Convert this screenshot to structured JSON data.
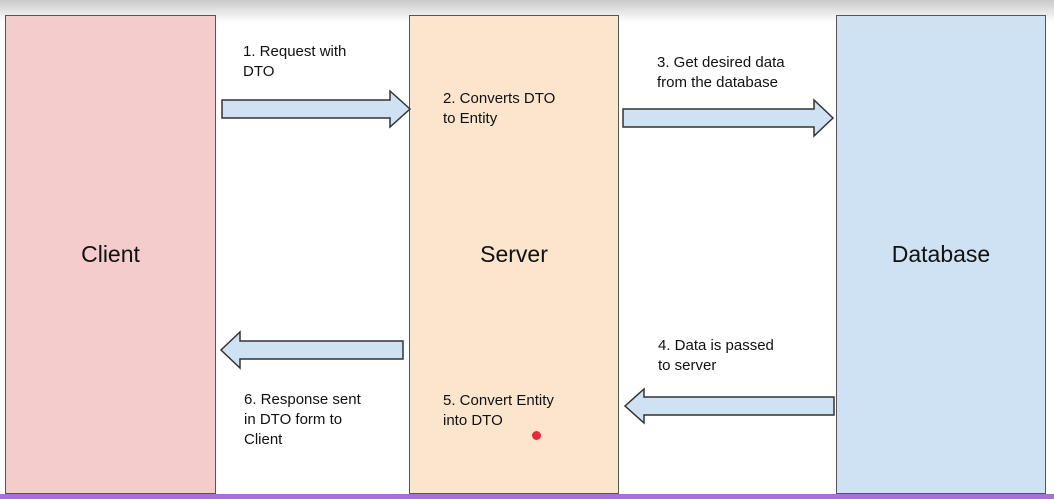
{
  "colors": {
    "client_fill": "#f4cccc",
    "server_fill": "#fce5cd",
    "database_fill": "#cfe2f3",
    "arrow_fill": "#cfe2f3",
    "arrow_stroke": "#333333",
    "pointer_dot": "#e8273b"
  },
  "nodes": {
    "client": "Client",
    "server": "Server",
    "database": "Database"
  },
  "steps": {
    "step1": "1. Request with\nDTO",
    "step2": "2. Converts DTO\nto Entity",
    "step3": "3. Get desired data\nfrom the database",
    "step4": "4. Data is passed\nto server",
    "step5": "5. Convert Entity\ninto DTO",
    "step6": "6. Response sent\nin DTO form to\nClient"
  },
  "edges": [
    {
      "from": "client",
      "to": "server",
      "label": "1. Request with DTO"
    },
    {
      "from": "server",
      "to": "database",
      "label": "3. Get desired data from the database"
    },
    {
      "from": "database",
      "to": "server",
      "label": "4. Data is passed to server"
    },
    {
      "from": "server",
      "to": "client",
      "label": "6. Response sent in DTO form to Client"
    }
  ]
}
